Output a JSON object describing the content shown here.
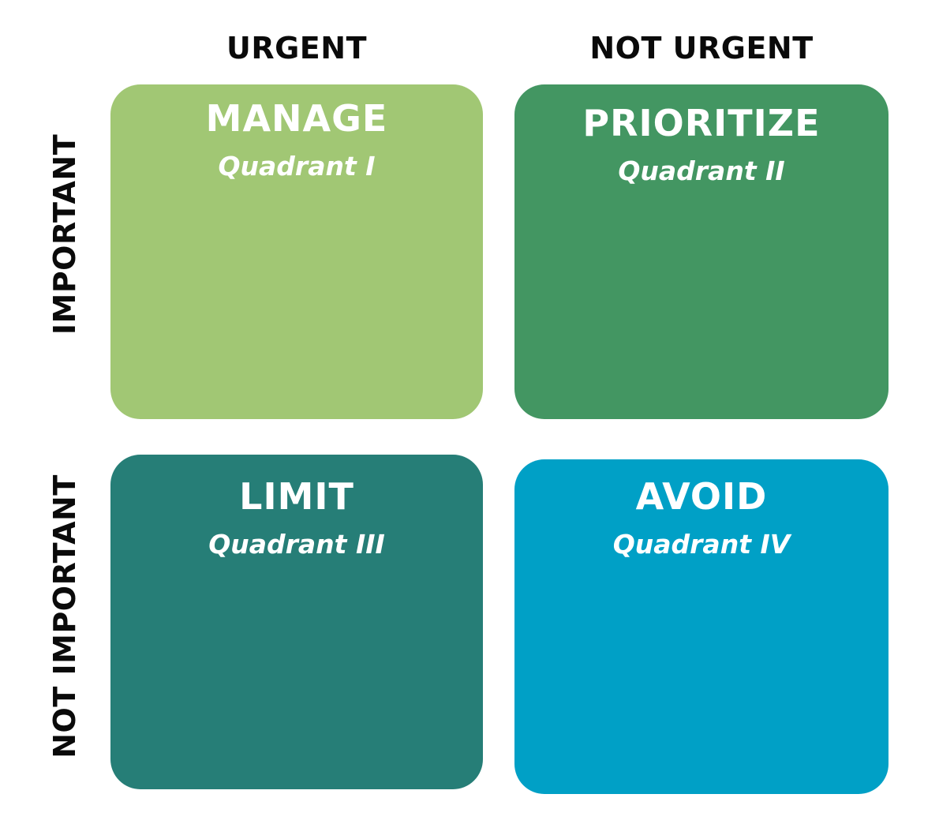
{
  "columns": {
    "urgent": "URGENT",
    "not_urgent": "NOT URGENT"
  },
  "rows": {
    "important": "IMPORTANT",
    "not_important": "NOT IMPORTANT"
  },
  "quadrants": [
    {
      "title": "MANAGE",
      "subtitle": "Quadrant I",
      "color": "#a1c774"
    },
    {
      "title": "PRIORITIZE",
      "subtitle": "Quadrant II",
      "color": "#439662"
    },
    {
      "title": "LIMIT",
      "subtitle": "Quadrant III",
      "color": "#267e77"
    },
    {
      "title": "AVOID",
      "subtitle": "Quadrant IV",
      "color": "#00a0c6"
    }
  ]
}
